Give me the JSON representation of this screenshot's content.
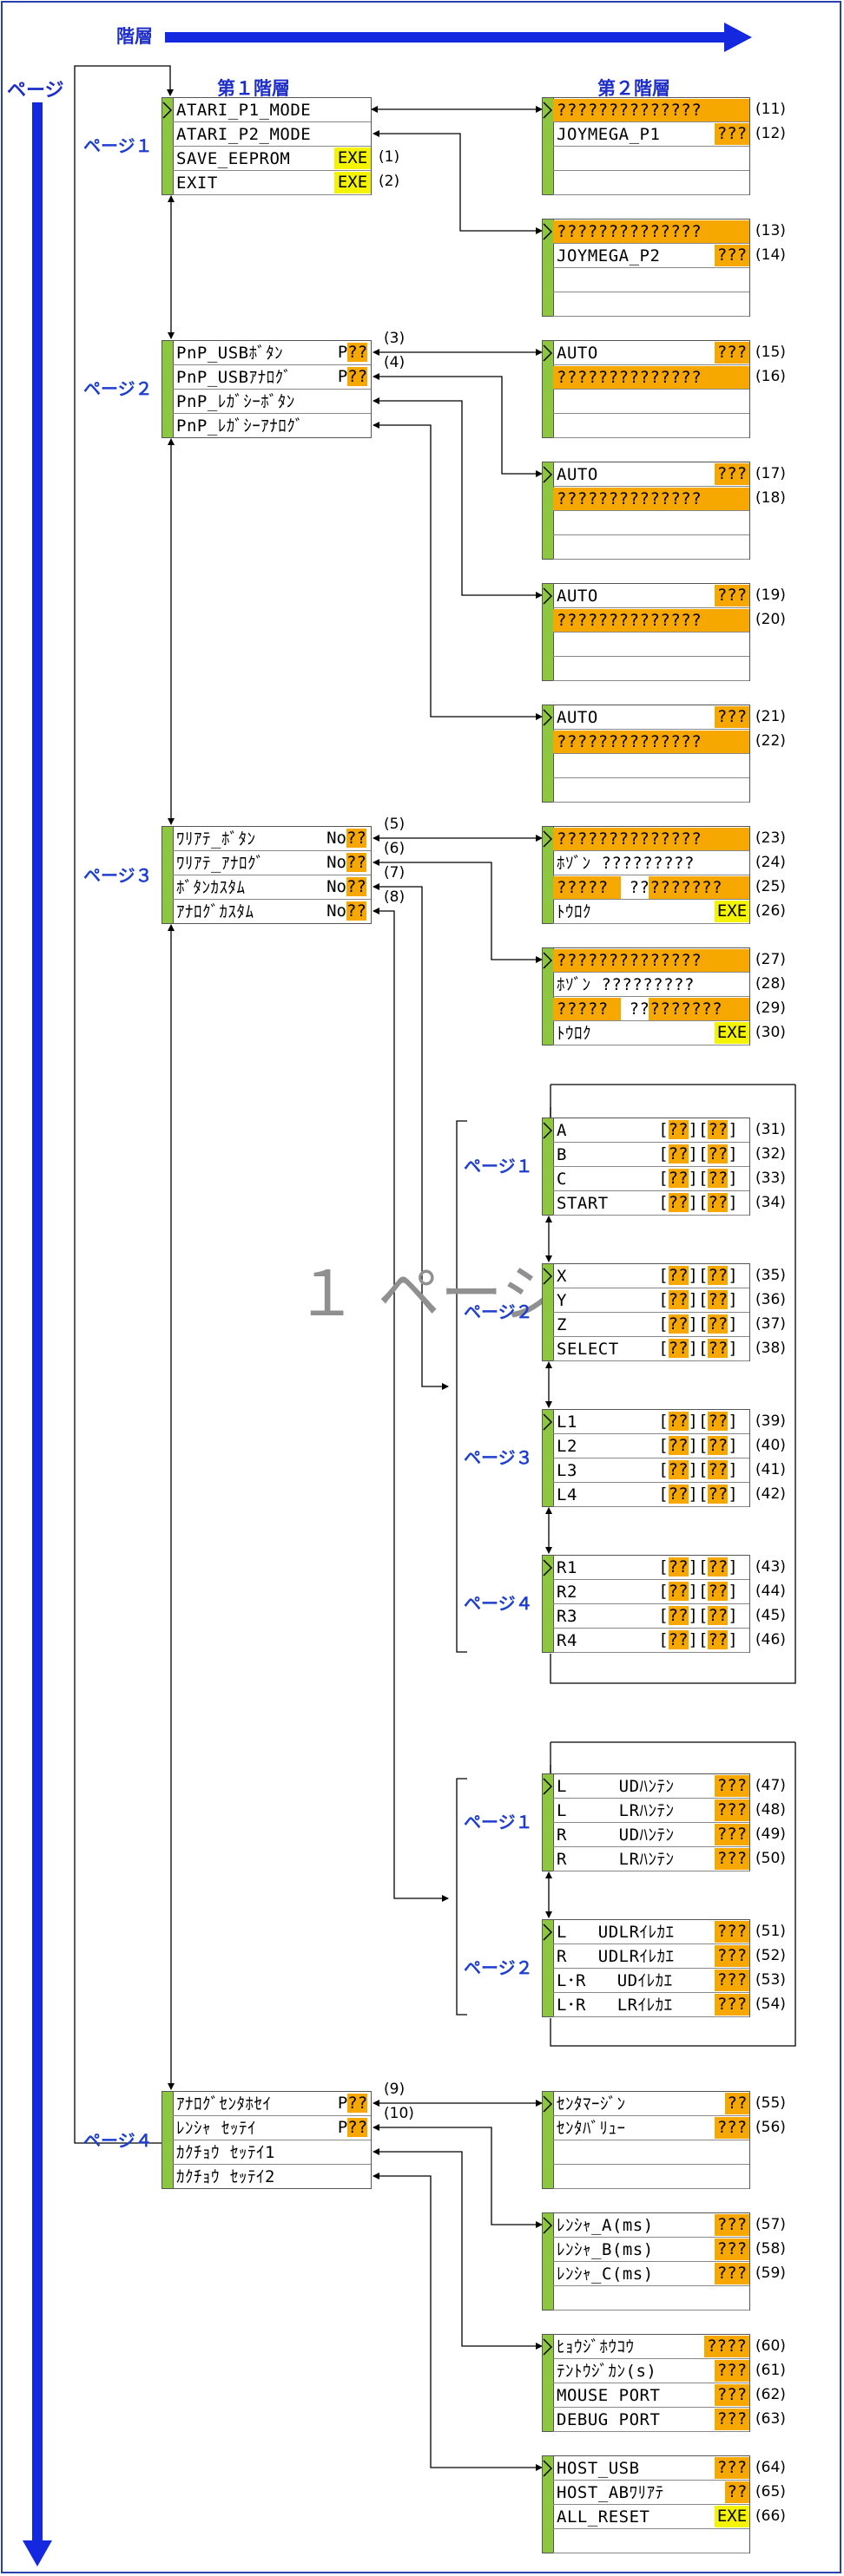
{
  "header": {
    "hierarchy_title": "階層",
    "page_title": "ページ",
    "level1_title": "第１階層",
    "level2_title": "第２階層"
  },
  "watermark": "１ ページ",
  "level1_pages": [
    {
      "label": "ページ１",
      "rows": [
        {
          "text": "ATARI_P1_MODE",
          "value": "",
          "note": ""
        },
        {
          "text": "ATARI_P2_MODE",
          "value": "",
          "note": ""
        },
        {
          "text": "SAVE_EEPROM",
          "value": "EXE",
          "note": "(1)"
        },
        {
          "text": "EXIT",
          "value": "EXE",
          "note": "(2)"
        }
      ]
    },
    {
      "label": "ページ２",
      "rows": [
        {
          "text": "PnP_USBﾎﾞﾀﾝ",
          "value": "P??",
          "note": "(3)"
        },
        {
          "text": "PnP_USBｱﾅﾛｸﾞ",
          "value": "P??",
          "note": "(4)"
        },
        {
          "text": "PnP_ﾚｶﾞｼｰﾎﾞﾀﾝ",
          "value": "",
          "note": ""
        },
        {
          "text": "PnP_ﾚｶﾞｼｰｱﾅﾛｸﾞ",
          "value": "",
          "note": ""
        }
      ]
    },
    {
      "label": "ページ３",
      "rows": [
        {
          "text": "ﾜﾘｱﾃ_ﾎﾞﾀﾝ",
          "value": "No??",
          "note": "(5)"
        },
        {
          "text": "ﾜﾘｱﾃ_ｱﾅﾛｸﾞ",
          "value": "No??",
          "note": "(6)"
        },
        {
          "text": "ﾎﾞﾀﾝｶｽﾀﾑ",
          "value": "No??",
          "note": "(7)"
        },
        {
          "text": "ｱﾅﾛｸﾞｶｽﾀﾑ",
          "value": "No??",
          "note": "(8)"
        }
      ]
    },
    {
      "label": "ページ４",
      "rows": [
        {
          "text": "ｱﾅﾛｸﾞｾﾝﾀﾎｾｲ",
          "value": "P??",
          "note": "(9)"
        },
        {
          "text": "ﾚﾝｼｬ ｾｯﾃｲ",
          "value": "P??",
          "note": "(10)"
        },
        {
          "text": "ｶｸﾁｮｳ ｾｯﾃｲ1",
          "value": "",
          "note": ""
        },
        {
          "text": "ｶｸﾁｮｳ ｾｯﾃｲ2",
          "value": "",
          "note": ""
        }
      ]
    }
  ],
  "level2_menus": [
    {
      "rows": [
        {
          "text": "??????????????",
          "value": "",
          "num": "(11)",
          "fill": "orange-full"
        },
        {
          "text": "JOYMEGA_P1",
          "value": "???",
          "num": "(12)"
        },
        {
          "text": "",
          "value": "",
          "num": ""
        },
        {
          "text": "",
          "value": "",
          "num": ""
        }
      ]
    },
    {
      "rows": [
        {
          "text": "??????????????",
          "value": "",
          "num": "(13)",
          "fill": "orange-full"
        },
        {
          "text": "JOYMEGA_P2",
          "value": "???",
          "num": "(14)"
        },
        {
          "text": "",
          "value": "",
          "num": ""
        },
        {
          "text": "",
          "value": "",
          "num": ""
        }
      ]
    },
    {
      "rows": [
        {
          "text": "AUTO",
          "value": "???",
          "num": "(15)"
        },
        {
          "text": "??????????????",
          "value": "",
          "num": "(16)",
          "fill": "orange-full"
        },
        {
          "text": "",
          "value": "",
          "num": ""
        },
        {
          "text": "",
          "value": "",
          "num": ""
        }
      ]
    },
    {
      "rows": [
        {
          "text": "AUTO",
          "value": "???",
          "num": "(17)"
        },
        {
          "text": "??????????????",
          "value": "",
          "num": "(18)",
          "fill": "orange-full"
        },
        {
          "text": "",
          "value": "",
          "num": ""
        },
        {
          "text": "",
          "value": "",
          "num": ""
        }
      ]
    },
    {
      "rows": [
        {
          "text": "AUTO",
          "value": "???",
          "num": "(19)"
        },
        {
          "text": "??????????????",
          "value": "",
          "num": "(20)",
          "fill": "orange-full"
        },
        {
          "text": "",
          "value": "",
          "num": ""
        },
        {
          "text": "",
          "value": "",
          "num": ""
        }
      ]
    },
    {
      "rows": [
        {
          "text": "AUTO",
          "value": "???",
          "num": "(21)"
        },
        {
          "text": "??????????????",
          "value": "",
          "num": "(22)",
          "fill": "orange-full"
        },
        {
          "text": "",
          "value": "",
          "num": ""
        },
        {
          "text": "",
          "value": "",
          "num": ""
        }
      ]
    },
    {
      "rows": [
        {
          "text": "??????????????",
          "value": "",
          "num": "(23)",
          "fill": "orange-full"
        },
        {
          "text": "ﾎｿﾞﾝ ?????????",
          "value": "",
          "num": "(24)"
        },
        {
          "text": "?????  ?????????",
          "value": "",
          "num": "(25)",
          "fill": "orange-split"
        },
        {
          "text": "ﾄｳﾛｸ",
          "value": "EXE",
          "num": "(26)",
          "fill": "yellow"
        }
      ]
    },
    {
      "rows": [
        {
          "text": "??????????????",
          "value": "",
          "num": "(27)",
          "fill": "orange-full"
        },
        {
          "text": "ﾎｿﾞﾝ ?????????",
          "value": "",
          "num": "(28)"
        },
        {
          "text": "?????  ?????????",
          "value": "",
          "num": "(29)",
          "fill": "orange-split"
        },
        {
          "text": "ﾄｳﾛｸ",
          "value": "EXE",
          "num": "(30)",
          "fill": "yellow"
        }
      ]
    },
    {
      "rows": [
        {
          "text": "A",
          "value": "[??][??]",
          "num": "(31)",
          "fill": "bracket"
        },
        {
          "text": "B",
          "value": "[??][??]",
          "num": "(32)",
          "fill": "bracket"
        },
        {
          "text": "C",
          "value": "[??][??]",
          "num": "(33)",
          "fill": "bracket"
        },
        {
          "text": "START",
          "value": "[??][??]",
          "num": "(34)",
          "fill": "bracket"
        }
      ]
    },
    {
      "rows": [
        {
          "text": "X",
          "value": "[??][??]",
          "num": "(35)",
          "fill": "bracket"
        },
        {
          "text": "Y",
          "value": "[??][??]",
          "num": "(36)",
          "fill": "bracket"
        },
        {
          "text": "Z",
          "value": "[??][??]",
          "num": "(37)",
          "fill": "bracket"
        },
        {
          "text": "SELECT",
          "value": "[??][??]",
          "num": "(38)",
          "fill": "bracket"
        }
      ]
    },
    {
      "rows": [
        {
          "text": "L1",
          "value": "[??][??]",
          "num": "(39)",
          "fill": "bracket"
        },
        {
          "text": "L2",
          "value": "[??][??]",
          "num": "(40)",
          "fill": "bracket"
        },
        {
          "text": "L3",
          "value": "[??][??]",
          "num": "(41)",
          "fill": "bracket"
        },
        {
          "text": "L4",
          "value": "[??][??]",
          "num": "(42)",
          "fill": "bracket"
        }
      ]
    },
    {
      "rows": [
        {
          "text": "R1",
          "value": "[??][??]",
          "num": "(43)",
          "fill": "bracket"
        },
        {
          "text": "R2",
          "value": "[??][??]",
          "num": "(44)",
          "fill": "bracket"
        },
        {
          "text": "R3",
          "value": "[??][??]",
          "num": "(45)",
          "fill": "bracket"
        },
        {
          "text": "R4",
          "value": "[??][??]",
          "num": "(46)",
          "fill": "bracket"
        }
      ]
    },
    {
      "rows": [
        {
          "text": "L     UDﾊﾝﾃﾝ",
          "value": "???",
          "num": "(47)"
        },
        {
          "text": "L     LRﾊﾝﾃﾝ",
          "value": "???",
          "num": "(48)"
        },
        {
          "text": "R     UDﾊﾝﾃﾝ",
          "value": "???",
          "num": "(49)"
        },
        {
          "text": "R     LRﾊﾝﾃﾝ",
          "value": "???",
          "num": "(50)"
        }
      ]
    },
    {
      "rows": [
        {
          "text": "L   UDLRｲﾚｶｴ",
          "value": "???",
          "num": "(51)"
        },
        {
          "text": "R   UDLRｲﾚｶｴ",
          "value": "???",
          "num": "(52)"
        },
        {
          "text": "L･R   UDｲﾚｶｴ",
          "value": "???",
          "num": "(53)"
        },
        {
          "text": "L･R   LRｲﾚｶｴ",
          "value": "???",
          "num": "(54)"
        }
      ]
    },
    {
      "rows": [
        {
          "text": "ｾﾝﾀﾏｰｼﾞﾝ",
          "value": "??",
          "num": "(55)"
        },
        {
          "text": "ｾﾝﾀﾊﾞﾘｭｰ",
          "value": "???",
          "num": "(56)"
        },
        {
          "text": "",
          "value": "",
          "num": ""
        },
        {
          "text": "",
          "value": "",
          "num": ""
        }
      ]
    },
    {
      "rows": [
        {
          "text": "ﾚﾝｼｬ_A(ms)",
          "value": "???",
          "num": "(57)"
        },
        {
          "text": "ﾚﾝｼｬ_B(ms)",
          "value": "???",
          "num": "(58)"
        },
        {
          "text": "ﾚﾝｼｬ_C(ms)",
          "value": "???",
          "num": "(59)"
        },
        {
          "text": "",
          "value": "",
          "num": ""
        }
      ]
    },
    {
      "rows": [
        {
          "text": "ﾋｮｳｼﾞﾎｳｺｳ",
          "value": "????",
          "num": "(60)"
        },
        {
          "text": "ﾃﾝﾄｳｼﾞｶﾝ(s)",
          "value": "???",
          "num": "(61)"
        },
        {
          "text": "MOUSE PORT",
          "value": "???",
          "num": "(62)"
        },
        {
          "text": "DEBUG PORT",
          "value": "???",
          "num": "(63)"
        }
      ]
    },
    {
      "rows": [
        {
          "text": "HOST_USB",
          "value": "???",
          "num": "(64)"
        },
        {
          "text": "HOST_ABﾜﾘｱﾃ",
          "value": "??",
          "num": "(65)"
        },
        {
          "text": "ALL_RESET",
          "value": "EXE",
          "num": "(66)",
          "fill": "yellow"
        },
        {
          "text": "",
          "value": "",
          "num": ""
        }
      ]
    }
  ],
  "subpage_labels": {
    "button_custom": [
      "ページ１",
      "ページ２",
      "ページ３",
      "ページ４"
    ],
    "analog_custom": [
      "ページ１",
      "ページ２"
    ]
  },
  "colors": {
    "frame": "#2a3fb0",
    "arrow_blue": "#1428e0",
    "green_bar": "#8dc63f",
    "orange": "#f7a800",
    "yellow": "#f4f400",
    "label_blue": "#1f3fd0"
  }
}
